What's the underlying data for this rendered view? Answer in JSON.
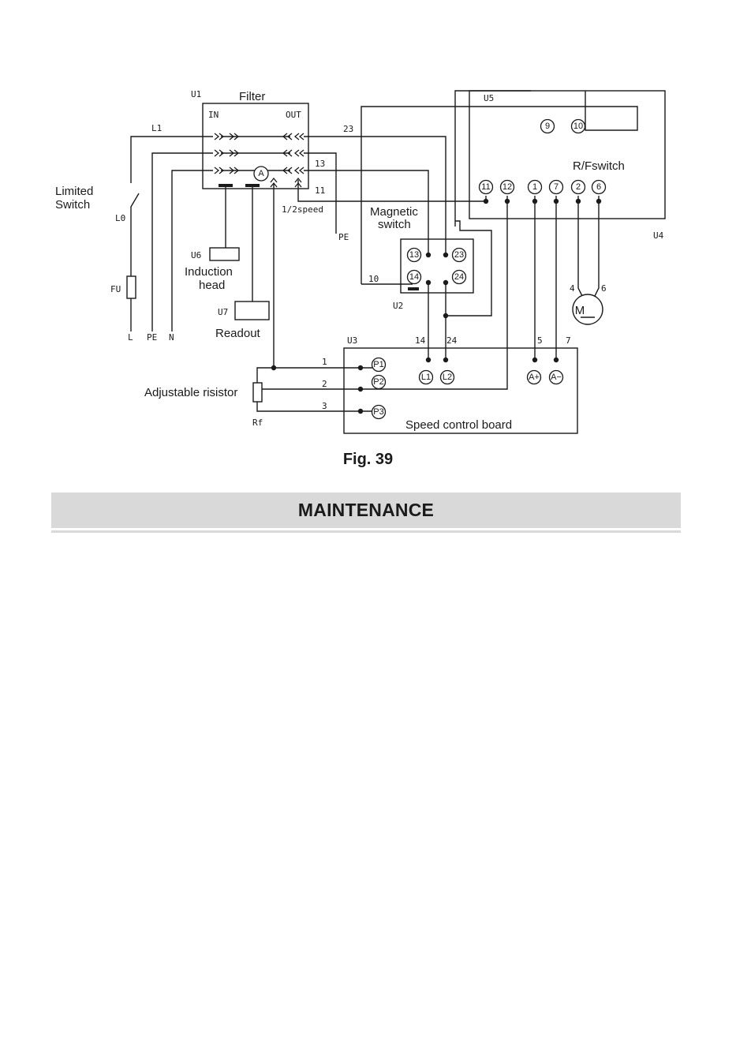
{
  "diagram": {
    "components": {
      "filter": {
        "id": "U1",
        "name": "Filter",
        "in_label": "IN",
        "out_label": "OUT"
      },
      "limited_switch": {
        "line1": "Limited",
        "line2": "Switch",
        "id": "L0"
      },
      "fuse": {
        "id": "FU"
      },
      "induction_head": {
        "id": "U6",
        "line1": "Induction",
        "line2": "head"
      },
      "readout": {
        "id": "U7",
        "name": "Readout"
      },
      "magnetic_switch": {
        "id": "U2",
        "line1": "Magnetic",
        "line2": "switch"
      },
      "rf_switch": {
        "id": "U4",
        "name": "R/Fswitch"
      },
      "u5": {
        "id": "U5"
      },
      "speed_control_board": {
        "id": "U3",
        "name": "Speed control board"
      },
      "motor": {
        "symbol": "M"
      },
      "adjustable_resistor": {
        "name": "Adjustable risistor",
        "id": "Rf"
      },
      "ammeter": {
        "symbol": "A"
      }
    },
    "wire_labels": {
      "L1": "L1",
      "w23": "23",
      "w13": "13",
      "w11": "11",
      "half_speed": "1/2speed",
      "PE_right": "PE",
      "w10": "10",
      "w14": "14",
      "w24": "24",
      "w1": "1",
      "w2": "2",
      "w3": "3",
      "w5": "5",
      "w7": "7",
      "w4": "4",
      "w6": "6",
      "L_bottom": "L",
      "PE_bottom": "PE",
      "N_bottom": "N"
    },
    "terminals": {
      "rf_9": "9",
      "rf_10": "10",
      "rf_11": "11",
      "rf_12": "12",
      "rf_1": "1",
      "rf_7": "7",
      "rf_2": "2",
      "rf_6": "6",
      "ms_13": "13",
      "ms_23": "23",
      "ms_14": "14",
      "ms_24": "24",
      "sc_P1": "P1",
      "sc_P2": "P2",
      "sc_P3": "P3",
      "sc_L1": "L1",
      "sc_L2": "L2",
      "sc_Aplus": "A+",
      "sc_Aminus": "A−"
    },
    "caption": "Fig. 39"
  },
  "section": {
    "title": "MAINTENANCE"
  },
  "colors": {
    "ink": "#1a1a1a",
    "banner": "#d9d9d9"
  }
}
